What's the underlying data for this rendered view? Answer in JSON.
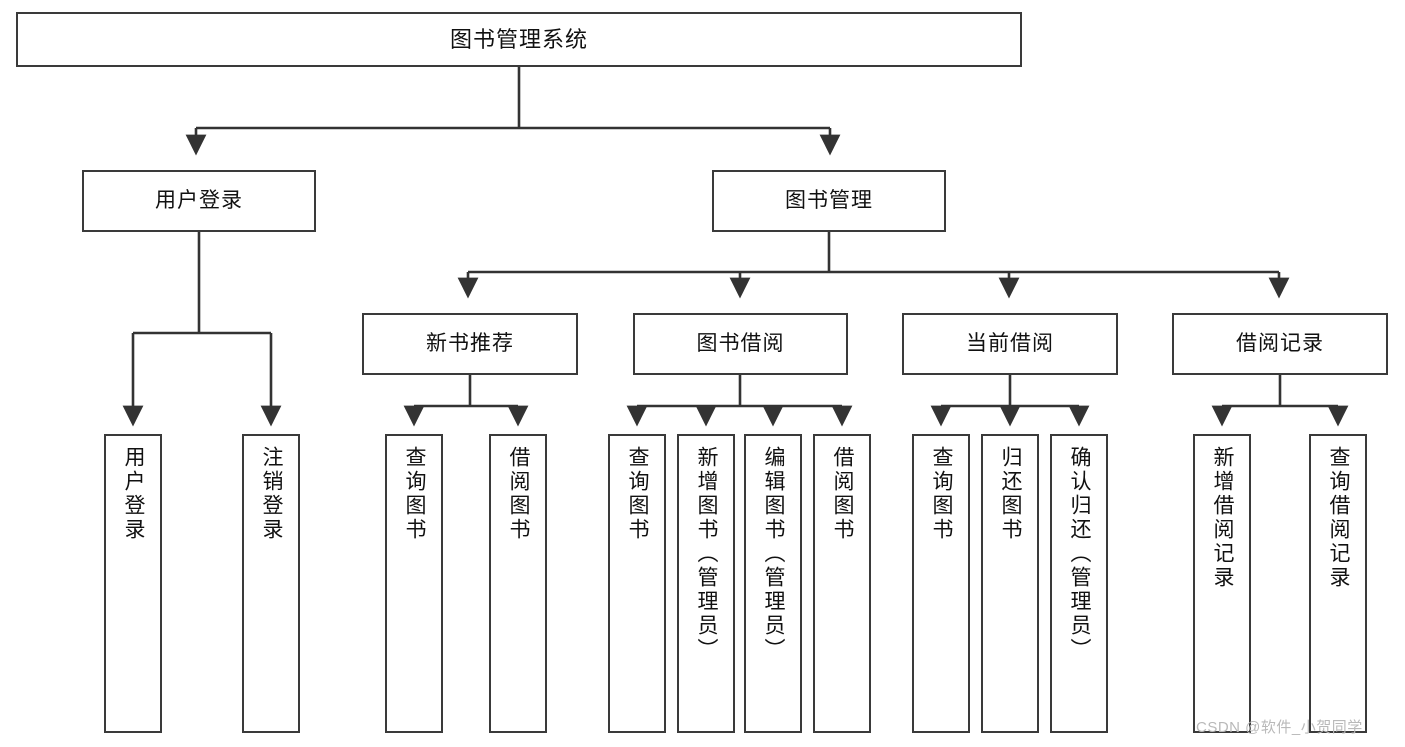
{
  "diagram": {
    "title": "图书管理系统",
    "type": "hierarchy-tree",
    "watermark": "CSDN @软件_小贺同学",
    "colors": {
      "box_border": "#3a3a3a",
      "box_fill": "#ffffff",
      "connector": "#333333",
      "text": "#111111",
      "watermark": "#b9b9b9"
    },
    "nodes": {
      "root": {
        "label": "图书管理系统"
      },
      "level2": [
        {
          "label": "用户登录"
        },
        {
          "label": "图书管理"
        }
      ],
      "level3": [
        {
          "label": "新书推荐"
        },
        {
          "label": "图书借阅"
        },
        {
          "label": "当前借阅"
        },
        {
          "label": "借阅记录"
        }
      ],
      "leaves": {
        "user_login": [
          {
            "label": "用户登录"
          },
          {
            "label": "注销登录"
          }
        ],
        "new_book_recommend": [
          {
            "label": "查询图书"
          },
          {
            "label": "借阅图书"
          }
        ],
        "book_borrow": [
          {
            "label": "查询图书"
          },
          {
            "label": "新增图书（管理员）"
          },
          {
            "label": "编辑图书（管理员）"
          },
          {
            "label": "借阅图书"
          }
        ],
        "current_borrow": [
          {
            "label": "查询图书"
          },
          {
            "label": "归还图书"
          },
          {
            "label": "确认归还（管理员）"
          }
        ],
        "borrow_record": [
          {
            "label": "新增借阅记录"
          },
          {
            "label": "查询借阅记录"
          }
        ]
      }
    }
  }
}
